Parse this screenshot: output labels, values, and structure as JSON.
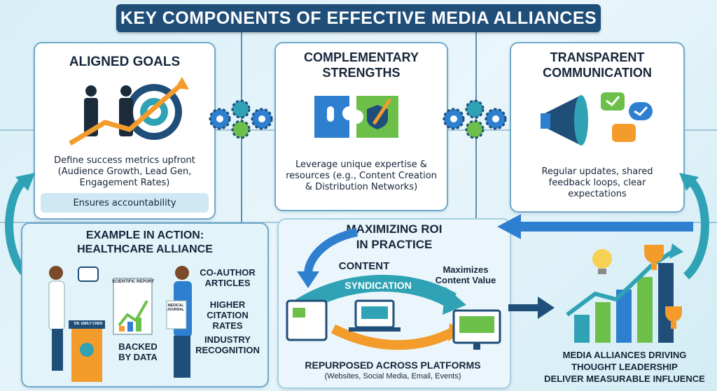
{
  "title": "KEY COMPONENTS OF EFFECTIVE MEDIA ALLIANCES",
  "aligned_goals": {
    "title": "ALIGNED GOALS",
    "description": "Define success metrics upfront (Audience Growth, Lead Gen, Engagement Rates)",
    "footer": "Ensures accountability"
  },
  "complementary_strengths": {
    "title_line1": "COMPLEMENTARY",
    "title_line2": "STRENGTHS",
    "description": "Leverage unique expertise & resources (e.g., Content Creation & Distribution Networks)"
  },
  "transparent_communication": {
    "title_line1": "TRANSPARENT",
    "title_line2": "COMMUNICATION",
    "description": "Regular updates, shared feedback loops, clear expectations"
  },
  "example": {
    "title_line1": "EXAMPLE IN ACTION:",
    "title_line2": "HEALTHCARE ALLIANCE",
    "points": [
      "CO-AUTHOR ARTICLES",
      "HIGHER CITATION RATES",
      "INDUSTRY RECOGNITION"
    ],
    "backed": "BACKED BY DATA",
    "report_label": "SCIENTIFIC REPORT",
    "journal_label": "MEDICAL JOURNAL",
    "podium_label": "DR. EMILY CHEN"
  },
  "roi": {
    "title_line1": "MAXIMIZING ROI",
    "title_line2": "IN PRACTICE",
    "content_label": "CONTENT",
    "syndication_label": "SYNDICATION",
    "maximizes": "Maximizes Content Value",
    "repurposed": "REPURPOSED ACROSS PLATFORMS",
    "platforms": "(Websites, Social Media, Email, Events)"
  },
  "conclusion": {
    "line1": "MEDIA ALLIANCES DRIVING",
    "line2": "THOUGHT LEADERSHIP",
    "line3": "DELIVER MEASURABLE INFLUENCE"
  },
  "colors": {
    "navy": "#1f4e79",
    "teal": "#2fa3b5",
    "green": "#6cc04a",
    "orange": "#f39c2b",
    "blue": "#2f7fd1"
  }
}
